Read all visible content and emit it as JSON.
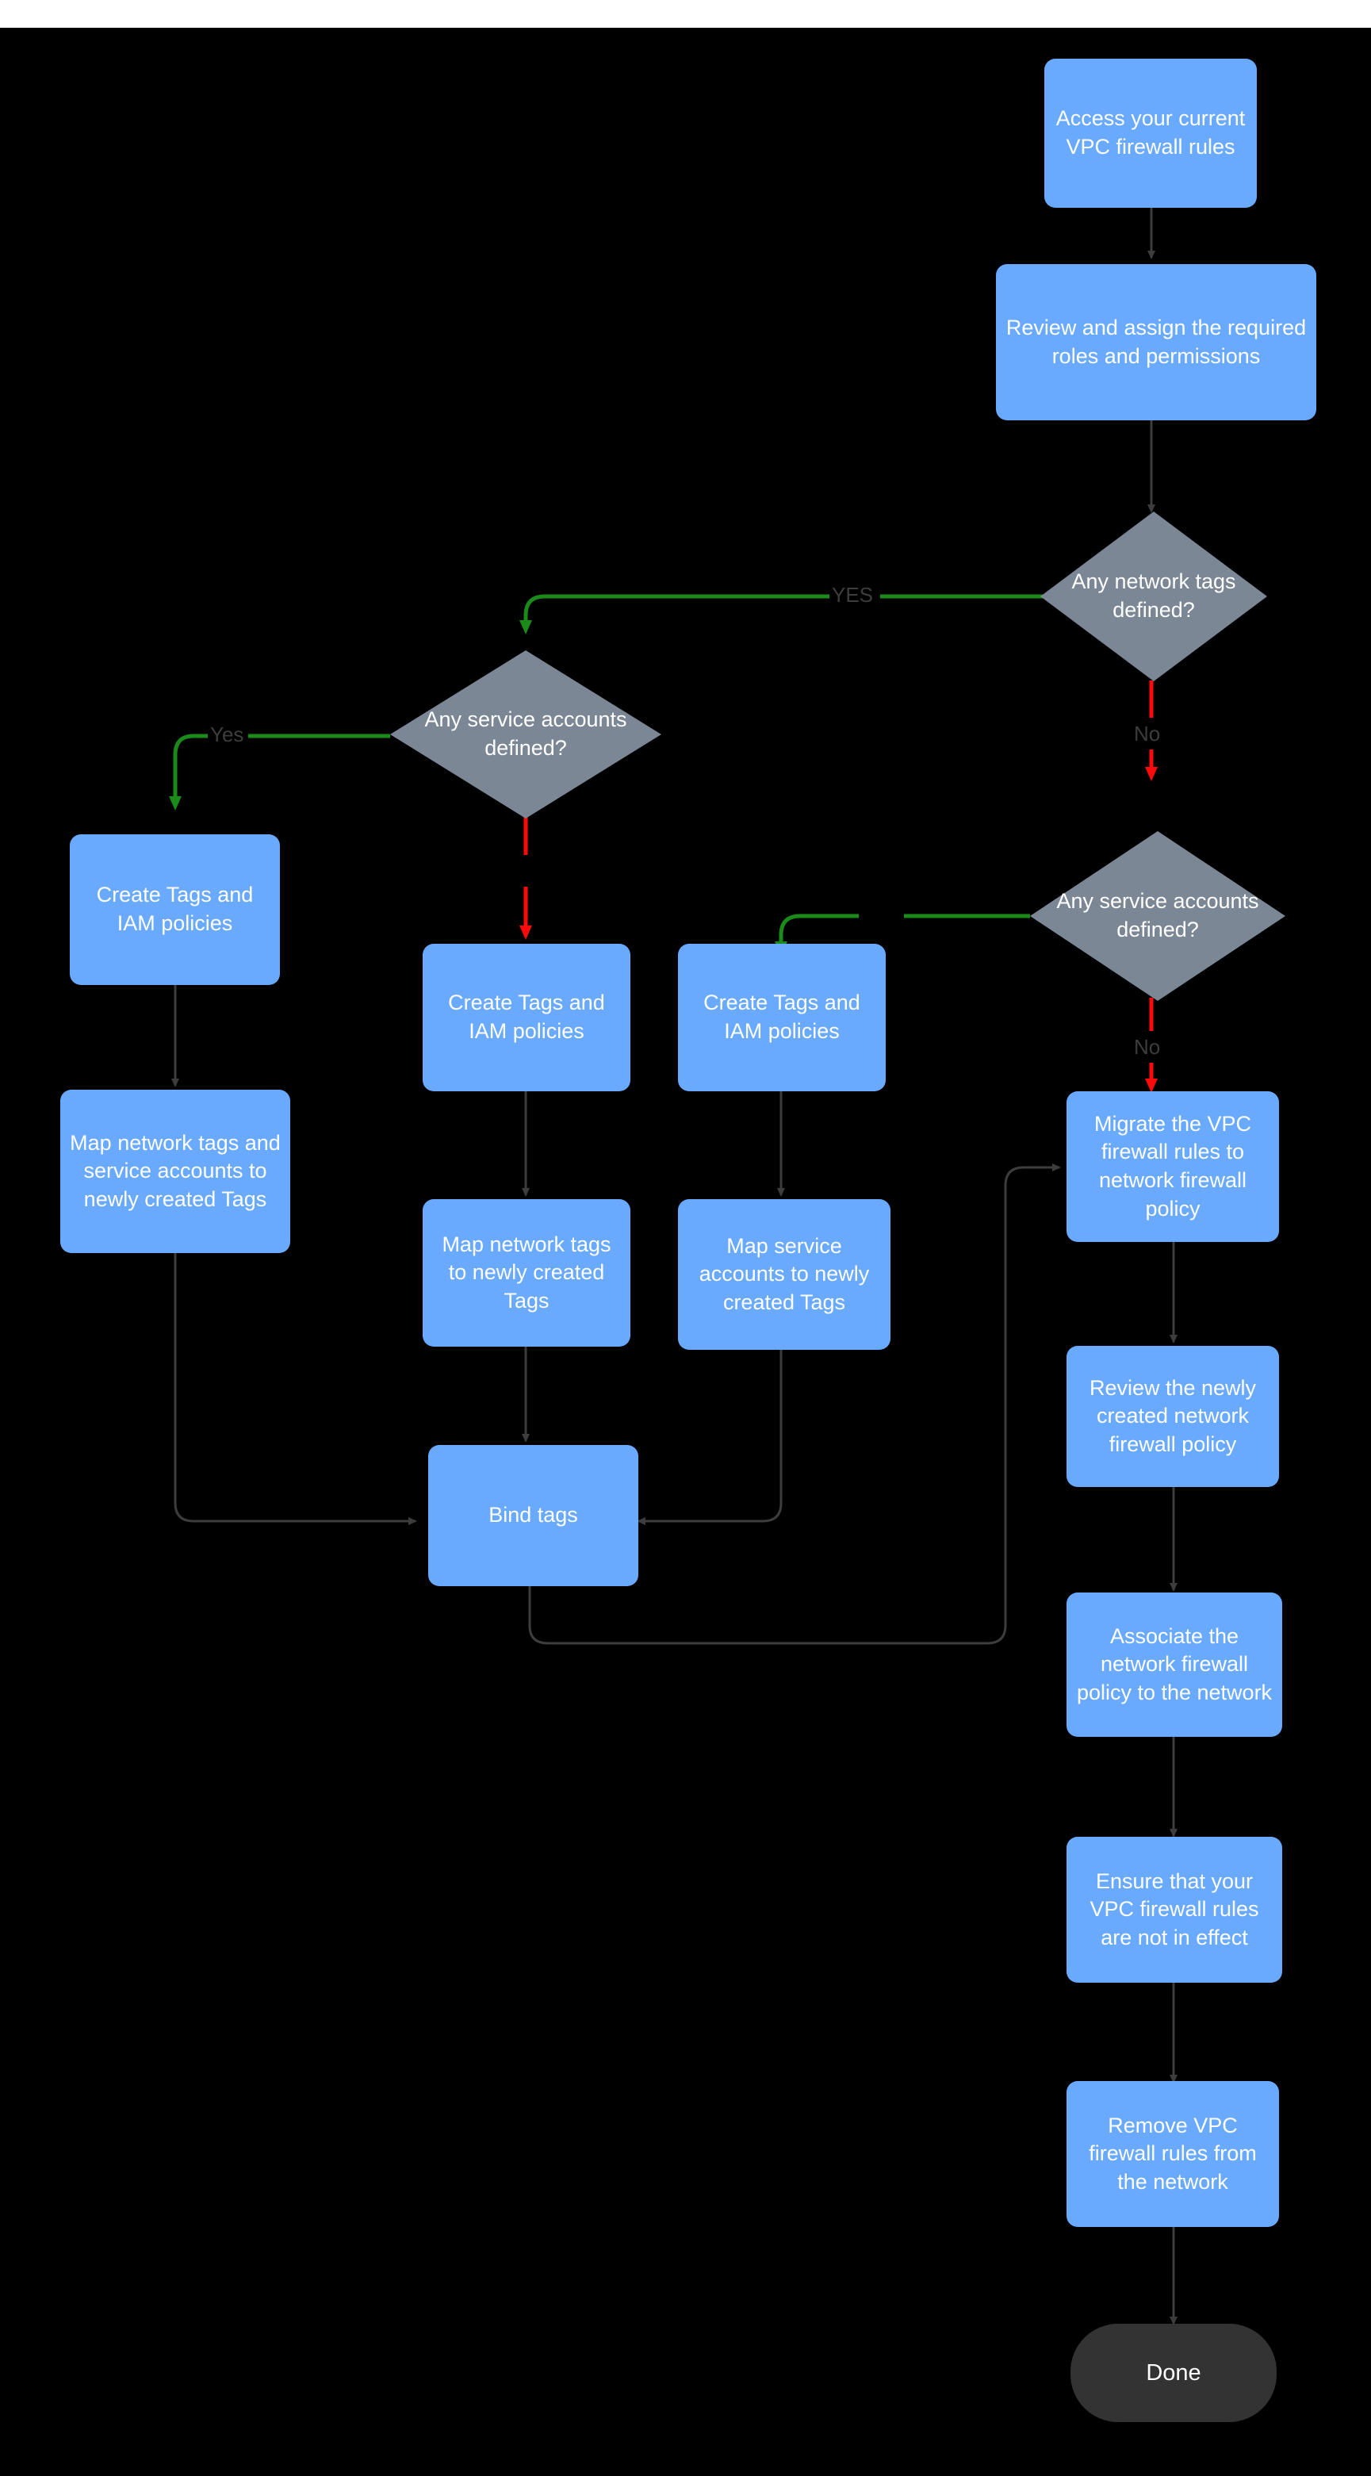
{
  "diagram": {
    "title_visible": false,
    "background_color": "#000000",
    "page_background": "#ffffff",
    "process_node_color": "#69aaff",
    "decision_node_color": "#7b8794",
    "terminal_node_color": "#333333",
    "node_text_color": "#ffffff",
    "edge_default_color": "#3d3d3d",
    "edge_yes_color": "#1a8b19",
    "edge_no_color": "#fa0a0a",
    "edge_label_color": "#3d3d3d"
  },
  "nodes": {
    "access_vpc": "Access your current VPC firewall rules",
    "review_roles": "Review and assign the required roles and permissions",
    "decision_network_tags": "Any network tags defined?",
    "decision_service_accounts_left": "Any service accounts defined?",
    "decision_service_accounts_right": "Any service accounts defined?",
    "create_tags_iam_far_left": "Create Tags and IAM policies",
    "create_tags_iam_mid_left": "Create Tags and IAM policies",
    "create_tags_iam_mid_right": "Create  Tags and IAM policies",
    "map_both": "Map network tags and service accounts to newly created Tags",
    "map_network_tags": "Map network tags to newly created Tags",
    "map_service_accounts": "Map service accounts  to newly created Tags",
    "bind_tags": "Bind tags",
    "migrate_rules": "Migrate the VPC firewall rules to network firewall policy",
    "review_policy": "Review the newly created network firewall policy",
    "associate_policy": "Associate the network firewall policy to the network",
    "ensure_not_in_effect": "Ensure that your VPC firewall rules are not in effect",
    "remove_rules": "Remove  VPC firewall rules from the network",
    "done": "Done"
  },
  "edge_labels": {
    "network_tags_yes": "YES",
    "network_tags_no": "No",
    "service_accounts_left_yes": "Yes",
    "service_accounts_right_no": "No"
  }
}
